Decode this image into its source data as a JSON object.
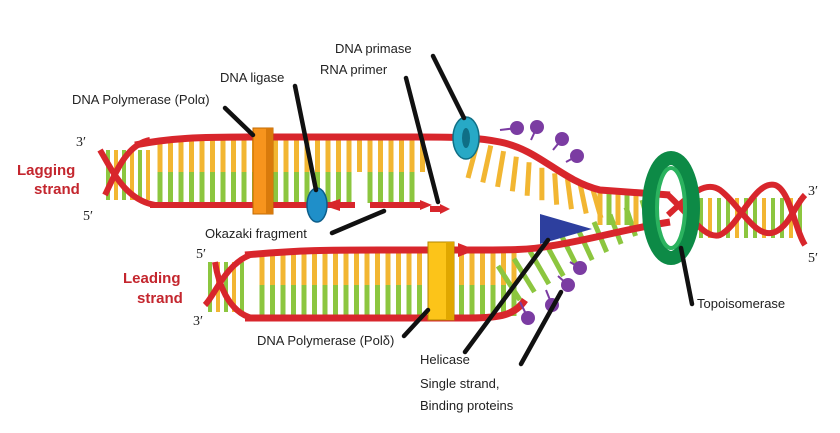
{
  "labels": {
    "dna_primase": "DNA primase",
    "rna_primer": "RNA primer",
    "dna_ligase": "DNA ligase",
    "dna_pol_alpha": "DNA Polymerase (Polα)",
    "okazaki": "Okazaki fragment",
    "dna_pol_delta": "DNA Polymerase (Polδ)",
    "helicase": "Helicase",
    "ssb_line1": "Single strand,",
    "ssb_line2": "Binding proteins",
    "topoisomerase": "Topoisomerase"
  },
  "strands": {
    "lagging_line1": "Lagging",
    "lagging_line2": "strand",
    "leading_line1": "Leading",
    "leading_line2": "strand"
  },
  "ends": {
    "lag_left_top": "3′",
    "lag_left_bottom": "5′",
    "lead_left_top": "5′",
    "lead_left_bottom": "3′",
    "right_top": "3′",
    "right_bottom": "5′"
  },
  "colors": {
    "backbone": "#d8262c",
    "base_yellow": "#f2b632",
    "base_green": "#8cc63f",
    "polymerase": "#f7941d",
    "polymerase_leading": "#fcc419",
    "primase": "#27a9c6",
    "ligase": "#1f8fc9",
    "helicase": "#2d3f9e",
    "ssb": "#7b3ca2",
    "topoisomerase": "#0d8a46"
  }
}
